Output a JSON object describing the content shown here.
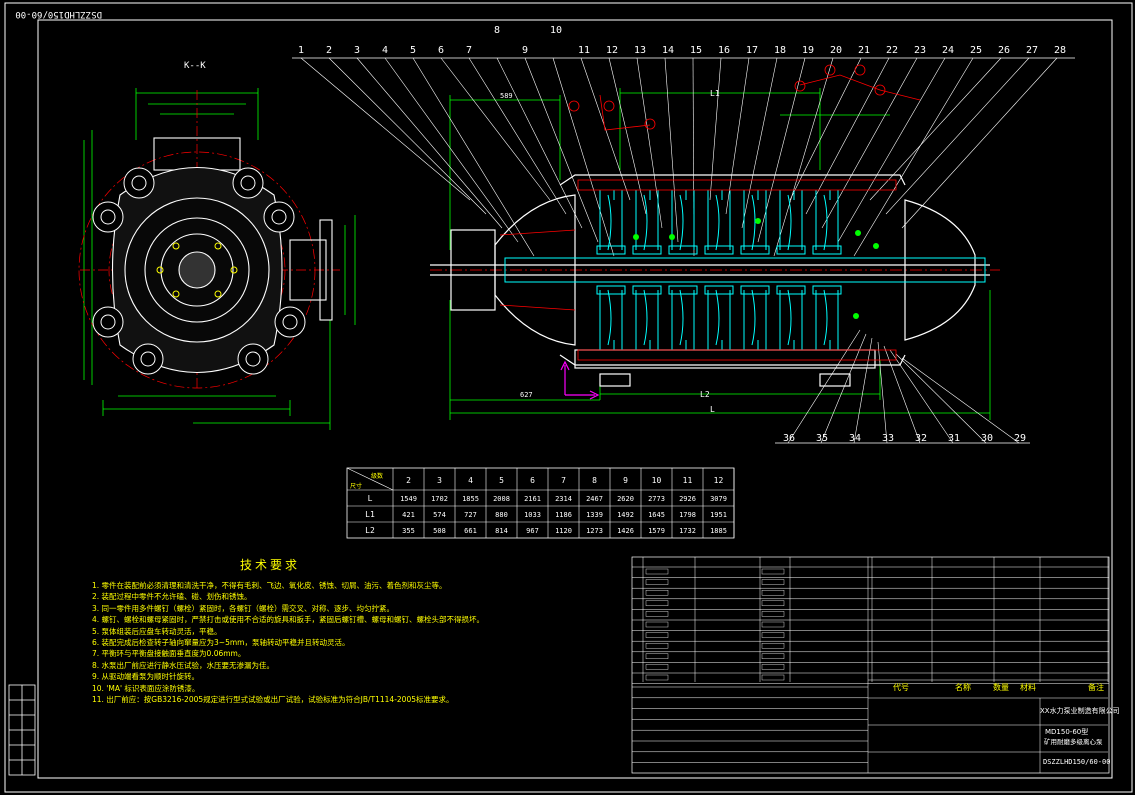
{
  "drawing": {
    "corner_code": "DSZZLHD150/60-00",
    "section_label": "K--K",
    "part_numbers_top": [
      "1",
      "2",
      "3",
      "4",
      "5",
      "6",
      "7",
      "8",
      "9",
      "10",
      "11",
      "12",
      "13",
      "14",
      "15",
      "16",
      "17",
      "18",
      "19",
      "20",
      "21",
      "22",
      "23",
      "24",
      "25",
      "26",
      "27",
      "28"
    ],
    "part_numbers_bottom": [
      "36",
      "35",
      "34",
      "33",
      "32",
      "31",
      "30",
      "29"
    ],
    "dimension_labels": {
      "l": "L",
      "l1": "L1",
      "l2": "L2",
      "d627": "627",
      "d589": "589"
    }
  },
  "dimension_table": {
    "header_label": "级数",
    "header_corner": "尺寸",
    "stages": [
      "2",
      "3",
      "4",
      "5",
      "6",
      "7",
      "8",
      "9",
      "10",
      "11",
      "12"
    ],
    "rows": [
      {
        "label": "L",
        "values": [
          "1549",
          "1702",
          "1855",
          "2008",
          "2161",
          "2314",
          "2467",
          "2620",
          "2773",
          "2926",
          "3079"
        ]
      },
      {
        "label": "L1",
        "values": [
          "421",
          "574",
          "727",
          "880",
          "1033",
          "1186",
          "1339",
          "1492",
          "1645",
          "1798",
          "1951"
        ]
      },
      {
        "label": "L2",
        "values": [
          "355",
          "508",
          "661",
          "814",
          "967",
          "1120",
          "1273",
          "1426",
          "1579",
          "1732",
          "1885"
        ]
      }
    ]
  },
  "technical_requirements": {
    "title": "技术要求",
    "items": [
      "1. 零件在装配前必须清理和清洗干净，不得有毛刺、飞边、氧化皮、锈蚀、切屑、油污、着色剂和灰尘等。",
      "2. 装配过程中零件不允许磕、碰、划伤和锈蚀。",
      "3. 同一零件用多件螺钉（螺栓）紧固时，各螺钉（螺栓）需交叉、对称、逐步、均匀拧紧。",
      "4. 螺钉、螺栓和螺母紧固时，严禁打击或使用不合适的旋具和扳手，紧固后螺钉槽、螺母和螺钉、螺栓头部不得损坏。",
      "5. 泵体组装后应盘车转动灵活，平稳。",
      "6. 装配完成后检查转子轴向窜量应为3~5mm，泵轴转动平稳并且转动灵活。",
      "7. 平衡环与平衡盘接触面垂直度为0.06mm。",
      "8. 水泵出厂前应进行静水压试验，水压要无渗漏为佳。",
      "9. 从驱动端看泵为顺时针旋转。",
      "10. 'MA' 标识表面应涂防锈漆。",
      "11. 出厂前应：按GB3216-2005规定进行型式试验或出厂试验，试验标准为符合JB/T1114-2005标准要求。"
    ]
  },
  "title_block": {
    "company": "XX水力泵业制造有限公司",
    "model": "MD150-60型",
    "name": "矿用耐磨多级离心泵",
    "drawing_number": "DSZZLHD150/60-00",
    "col_code": "代号",
    "col_name": "名称",
    "col_qty": "数量",
    "col_material": "材料",
    "col_note": "备注"
  },
  "colors": {
    "background": "#000000",
    "outline": "#ffffff",
    "dimension": "#00ff00",
    "part_cyan": "#00ffff",
    "center_red": "#ff0000",
    "text_yellow": "#ffff00",
    "text_magenta": "#ff00ff"
  }
}
